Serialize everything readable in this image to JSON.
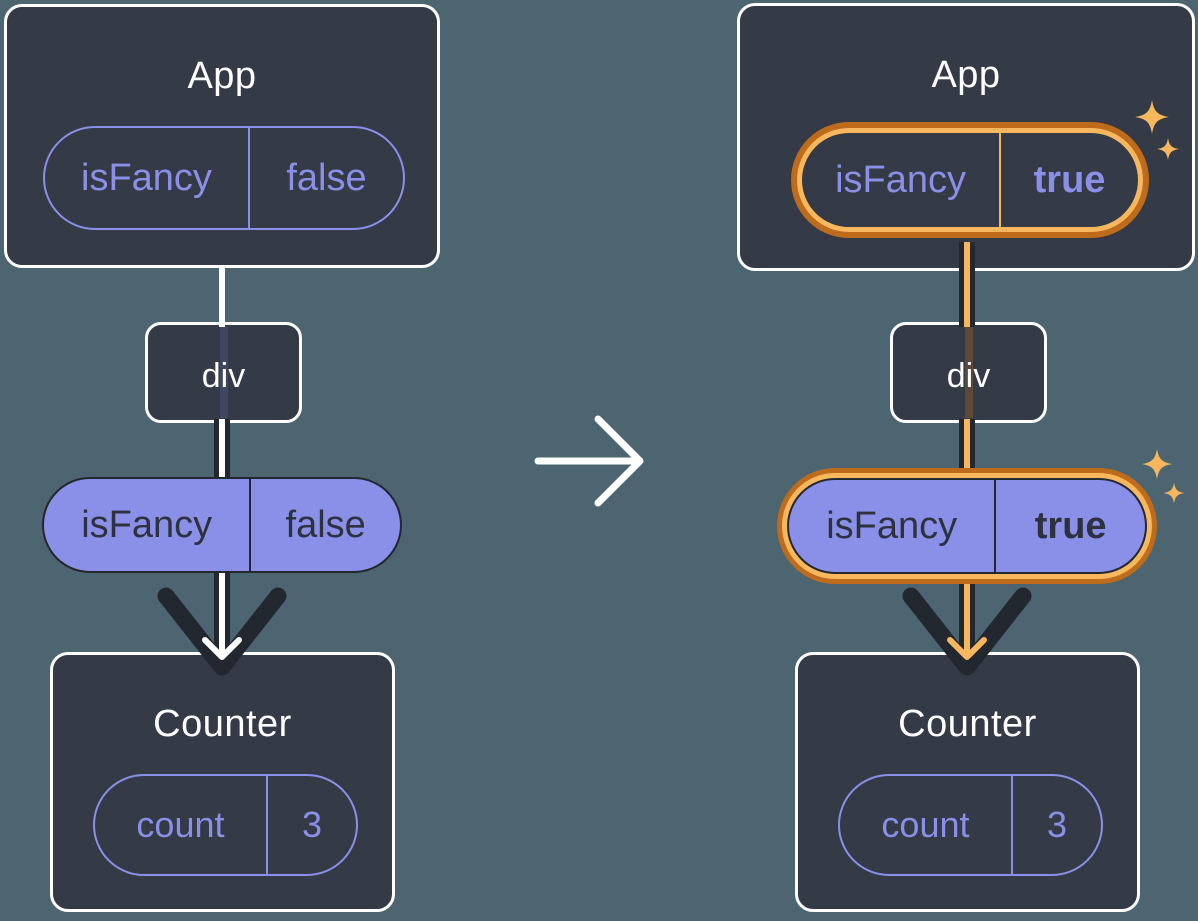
{
  "colors": {
    "background": "#4c6570",
    "box_fill": "#343a46",
    "box_border": "#ffffff",
    "ink_dark": "#23272f",
    "purple": "#8a8fe8",
    "purple_fill": "#8a90e8",
    "purple_ink": "#2d323e",
    "orange_dark": "#bf6b1c",
    "orange_light": "#f7b75d",
    "white": "#ffffff"
  },
  "before": {
    "app": {
      "title": "App",
      "state": {
        "name": "isFancy",
        "value": "false"
      }
    },
    "div": {
      "label": "div"
    },
    "prop": {
      "name": "isFancy",
      "value": "false"
    },
    "counter": {
      "title": "Counter",
      "state": {
        "name": "count",
        "value": "3"
      }
    }
  },
  "after": {
    "app": {
      "title": "App",
      "state": {
        "name": "isFancy",
        "value": "true"
      }
    },
    "div": {
      "label": "div"
    },
    "prop": {
      "name": "isFancy",
      "value": "true"
    },
    "counter": {
      "title": "Counter",
      "state": {
        "name": "count",
        "value": "3"
      }
    }
  }
}
